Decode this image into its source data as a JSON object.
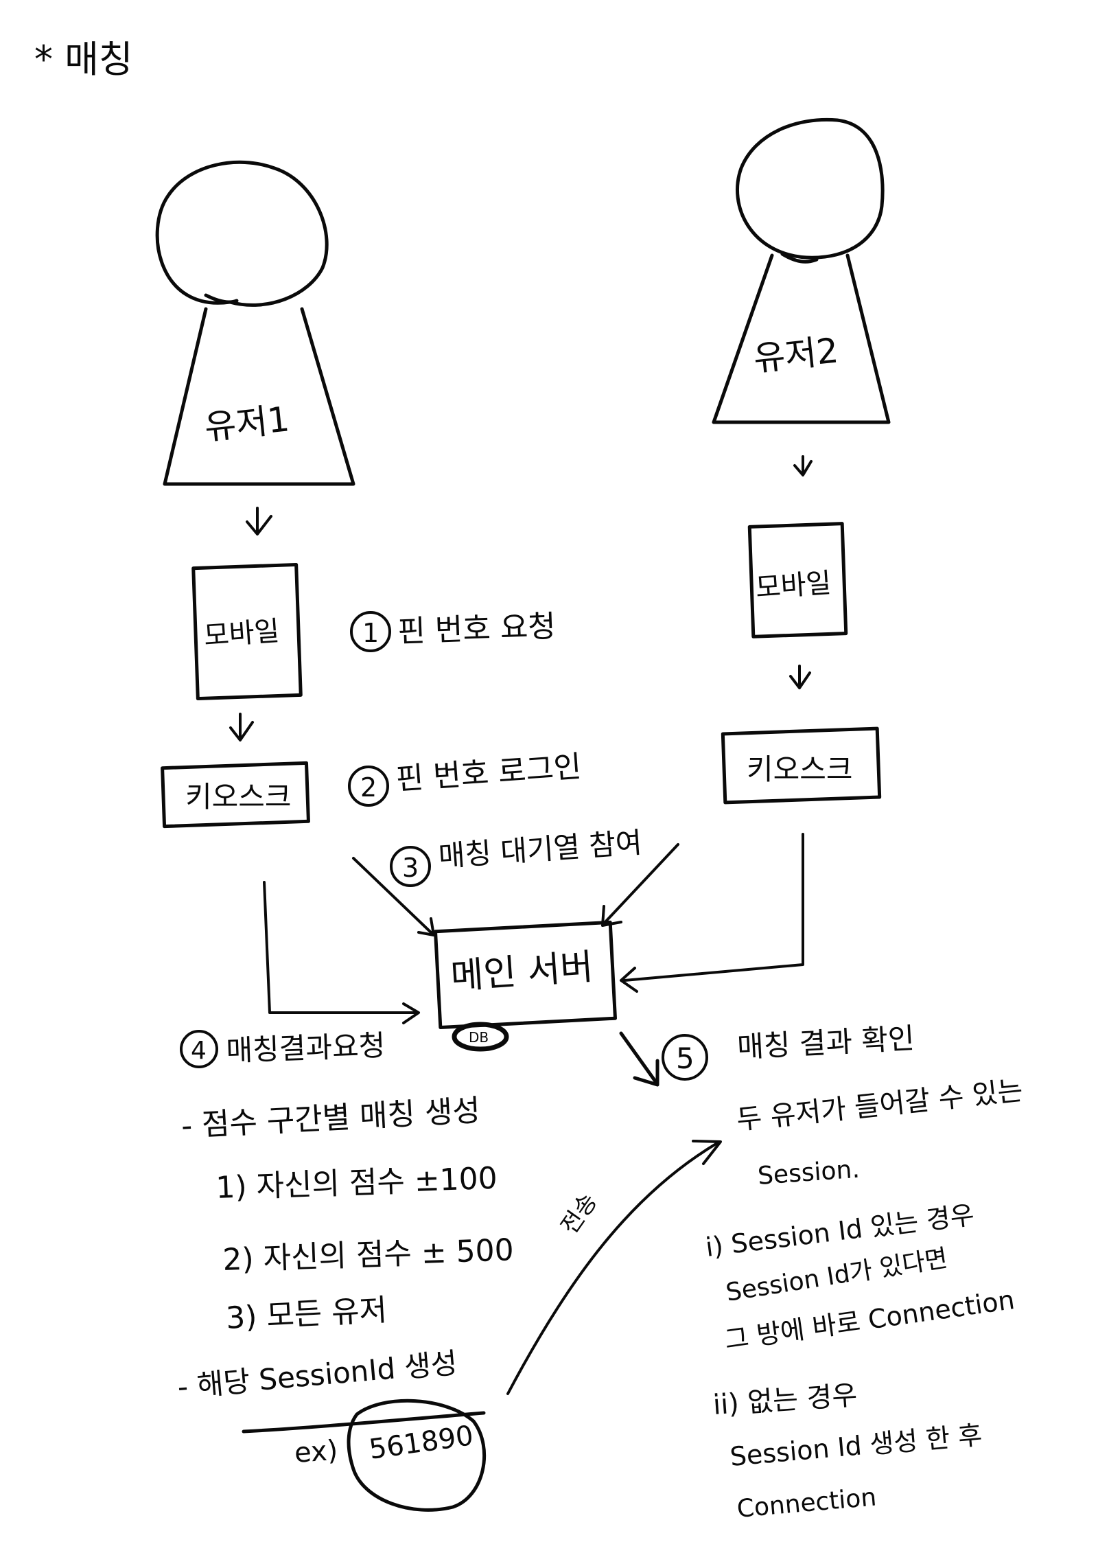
{
  "title": "* 매칭",
  "actors": {
    "user1": "유저1",
    "user2": "유저2"
  },
  "nodes": {
    "mobile_left": "모바일",
    "mobile_right": "모바일",
    "kiosk_left": "키오스크",
    "kiosk_right": "키오스크",
    "main_server": "메인 서버",
    "db_badge": "DB"
  },
  "steps": {
    "step1_num": "1",
    "step1": "핀 번호 요청",
    "step2_num": "2",
    "step2": "핀 번호 로그인",
    "step3_num": "3",
    "step3": "매칭 대기열 참여",
    "step4_num": "4",
    "step4": "매칭결과요청",
    "step5_num": "5",
    "step5": "매칭 결과 확인"
  },
  "matching_rules": {
    "header": "- 점수 구간별 매칭 생성",
    "items": [
      "1) 자신의 점수 ±100",
      "2) 자신의 점수 ± 500",
      "3) 모든 유저"
    ],
    "session_line": "- 해당 SessionId 생성",
    "example_label": "ex)",
    "example_value": "561890",
    "arrow_label": "전송"
  },
  "result_notes": {
    "line1": "두 유저가 들어갈 수 있는",
    "line2": "Session.",
    "case1_line1": "i) Session Id 있는 경우",
    "case1_line2": "Session Id가 있다면",
    "case1_line3": "그 방에 바로 Connection",
    "case2_line1": "ii) 없는 경우",
    "case2_line2": "Session Id 생성 한 후",
    "case2_line3": "Connection"
  }
}
